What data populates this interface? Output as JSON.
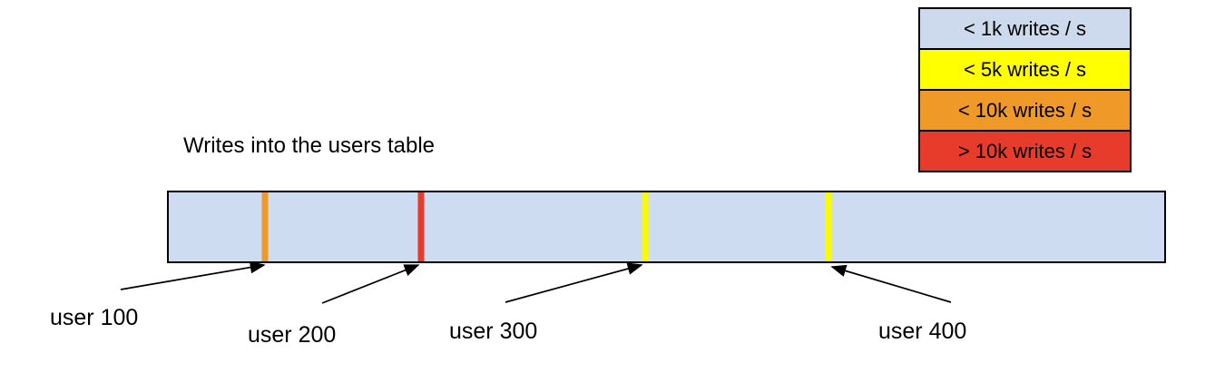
{
  "title": "Writes into the users table",
  "legend": {
    "items": [
      {
        "label": "< 1k writes / s",
        "color": "#cdd9ec"
      },
      {
        "label": "< 5k writes / s",
        "color": "#ffff00"
      },
      {
        "label": "< 10k writes / s",
        "color": "#ef9a28"
      },
      {
        "label": "> 10k writes / s",
        "color": "#e73b2b"
      }
    ]
  },
  "bar": {
    "fill": "#cedcf1",
    "border_color": "#000000",
    "markers": [
      {
        "label": "user 100",
        "color": "#ef9a28",
        "position": "9.7%",
        "rate_bucket": "< 10k writes / s"
      },
      {
        "label": "user 200",
        "color": "#e73b2b",
        "position": "25.3%",
        "rate_bucket": "> 10k writes / s"
      },
      {
        "label": "user 300",
        "color": "#fafa00",
        "position": "47.9%",
        "rate_bucket": "< 5k writes / s"
      },
      {
        "label": "user 400",
        "color": "#fafa00",
        "position": "66.3%",
        "rate_bucket": "< 5k writes / s"
      }
    ]
  }
}
